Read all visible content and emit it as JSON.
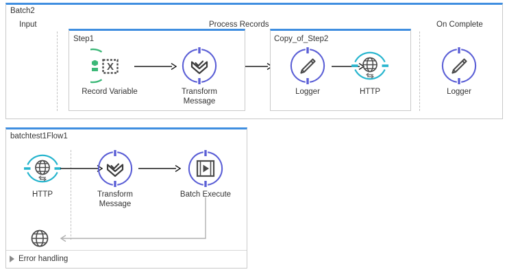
{
  "colors": {
    "accent_blue": "#3f8ee0",
    "node_purple": "#5b5fd6",
    "node_green": "#3cb878",
    "node_cyan": "#27b5ce",
    "panel_border": "#c9c9c9",
    "text": "#333333",
    "connector": "#1a1a1a",
    "route_gray": "#b0b0b0"
  },
  "batch_panel": {
    "title": "Batch2",
    "lanes": [
      {
        "label": "Input"
      },
      {
        "label": "Process Records"
      },
      {
        "label": "On Complete"
      }
    ],
    "steps": [
      {
        "title": "Step1",
        "nodes": [
          {
            "label": "Record Variable",
            "icon": "record-variable-icon",
            "color": "#3cb878"
          },
          {
            "label": "Transform\nMessage",
            "icon": "transform-message-icon",
            "color": "#5b5fd6"
          }
        ]
      },
      {
        "title": "Copy_of_Step2",
        "nodes": [
          {
            "label": "Logger",
            "icon": "logger-pencil-icon",
            "color": "#5b5fd6"
          },
          {
            "label": "HTTP",
            "icon": "http-globe-icon",
            "color": "#27b5ce"
          }
        ]
      }
    ],
    "on_complete": {
      "nodes": [
        {
          "label": "Logger",
          "icon": "logger-pencil-icon",
          "color": "#5b5fd6"
        }
      ]
    }
  },
  "flow_panel": {
    "title": "batchtest1Flow1",
    "nodes": [
      {
        "label": "HTTP",
        "icon": "http-globe-icon",
        "color": "#27b5ce"
      },
      {
        "label": "Transform\nMessage",
        "icon": "transform-message-icon",
        "color": "#5b5fd6"
      },
      {
        "label": "Batch Execute",
        "icon": "batch-execute-icon",
        "color": "#5b5fd6"
      }
    ],
    "error_source": {
      "label": "",
      "icon": "globe-icon"
    },
    "error_handling": {
      "label": "Error handling",
      "expanded": false
    }
  }
}
